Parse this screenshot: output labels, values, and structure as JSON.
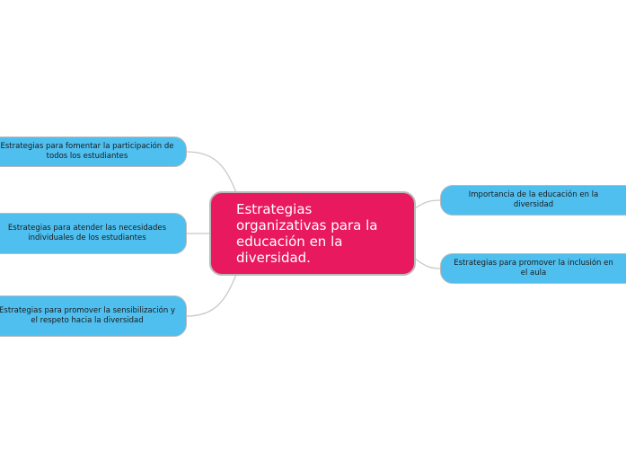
{
  "mindmap": {
    "central": {
      "text": "Estrategias organizativas para la educación en la diversidad.",
      "color": "#e8195f"
    },
    "topic_color": "#4fbfef",
    "connector_color": "#c9c9c9",
    "left_topics": [
      {
        "text": "Estrategias para fomentar la participación de todos los estudiantes"
      },
      {
        "text": "Estrategias para atender las necesidades individuales de los estudiantes"
      },
      {
        "text": "Estrategias para promover la sensibilización y el respeto hacia la diversidad"
      }
    ],
    "right_topics": [
      {
        "text": "Importancia de la educación en la diversidad"
      },
      {
        "text": "Estrategias para promover la inclusión en el aula"
      }
    ]
  }
}
